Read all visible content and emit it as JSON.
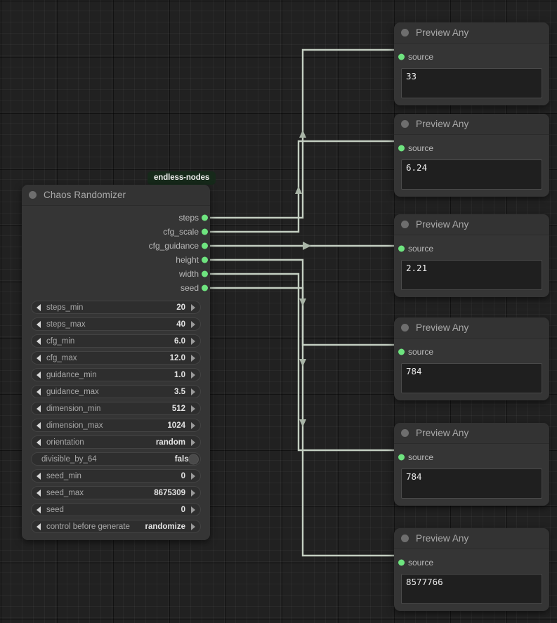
{
  "canvas": {
    "background": "#212121",
    "grid_minor": "16px",
    "grid_major": "80px",
    "link_color": "#c3cec1",
    "slot_color": "#6ee47f"
  },
  "source_node": {
    "tag": "endless-nodes",
    "title": "Chaos Randomizer",
    "collapse_icon": "collapse-dot-icon",
    "outputs": [
      {
        "label": "steps"
      },
      {
        "label": "cfg_scale"
      },
      {
        "label": "cfg_guidance"
      },
      {
        "label": "height"
      },
      {
        "label": "width"
      },
      {
        "label": "seed"
      }
    ],
    "widgets": [
      {
        "name": "steps_min",
        "value": "20",
        "kind": "number"
      },
      {
        "name": "steps_max",
        "value": "40",
        "kind": "number"
      },
      {
        "name": "cfg_min",
        "value": "6.0",
        "kind": "number"
      },
      {
        "name": "cfg_max",
        "value": "12.0",
        "kind": "number"
      },
      {
        "name": "guidance_min",
        "value": "1.0",
        "kind": "number"
      },
      {
        "name": "guidance_max",
        "value": "3.5",
        "kind": "number"
      },
      {
        "name": "dimension_min",
        "value": "512",
        "kind": "number"
      },
      {
        "name": "dimension_max",
        "value": "1024",
        "kind": "number"
      },
      {
        "name": "orientation",
        "value": "random",
        "kind": "combo"
      },
      {
        "name": "divisible_by_64",
        "value": "false",
        "kind": "toggle"
      },
      {
        "name": "seed_min",
        "value": "0",
        "kind": "number"
      },
      {
        "name": "seed_max",
        "value": "8675309",
        "kind": "number"
      },
      {
        "name": "seed",
        "value": "0",
        "kind": "number"
      },
      {
        "name": "control before generate",
        "value": "randomize",
        "kind": "combo"
      }
    ]
  },
  "preview_nodes": [
    {
      "title": "Preview Any",
      "input_label": "source",
      "value": "33"
    },
    {
      "title": "Preview Any",
      "input_label": "source",
      "value": "6.24"
    },
    {
      "title": "Preview Any",
      "input_label": "source",
      "value": "2.21"
    },
    {
      "title": "Preview Any",
      "input_label": "source",
      "value": "784"
    },
    {
      "title": "Preview Any",
      "input_label": "source",
      "value": "784"
    },
    {
      "title": "Preview Any",
      "input_label": "source",
      "value": "8577766"
    }
  ]
}
